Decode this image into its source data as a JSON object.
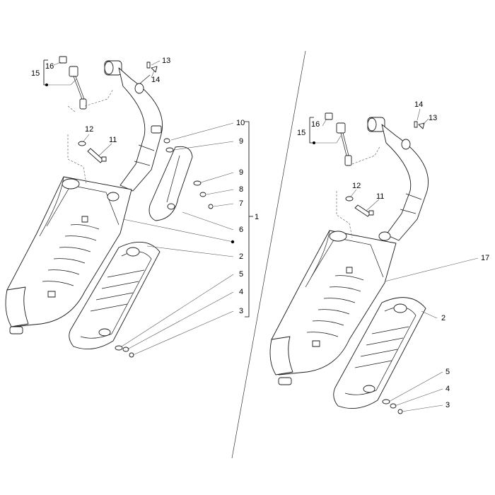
{
  "colors": {
    "line": "#1a1a1a",
    "leader": "#555555",
    "background": "#ffffff"
  },
  "left": {
    "callouts": {
      "c1": "1",
      "c2": "2",
      "c3": "3",
      "c4": "4",
      "c5": "5",
      "c6": "6",
      "c7": "7",
      "c8": "8",
      "c9a": "9",
      "c9b": "9",
      "c10": "10",
      "c11": "11",
      "c12": "12",
      "c13": "13",
      "c14": "14",
      "c15": "15",
      "c16": "16"
    }
  },
  "right": {
    "callouts": {
      "c2": "2",
      "c3": "3",
      "c4": "4",
      "c5": "5",
      "c11": "11",
      "c12": "12",
      "c13": "13",
      "c14": "14",
      "c15": "15",
      "c16": "16",
      "c17": "17"
    }
  }
}
